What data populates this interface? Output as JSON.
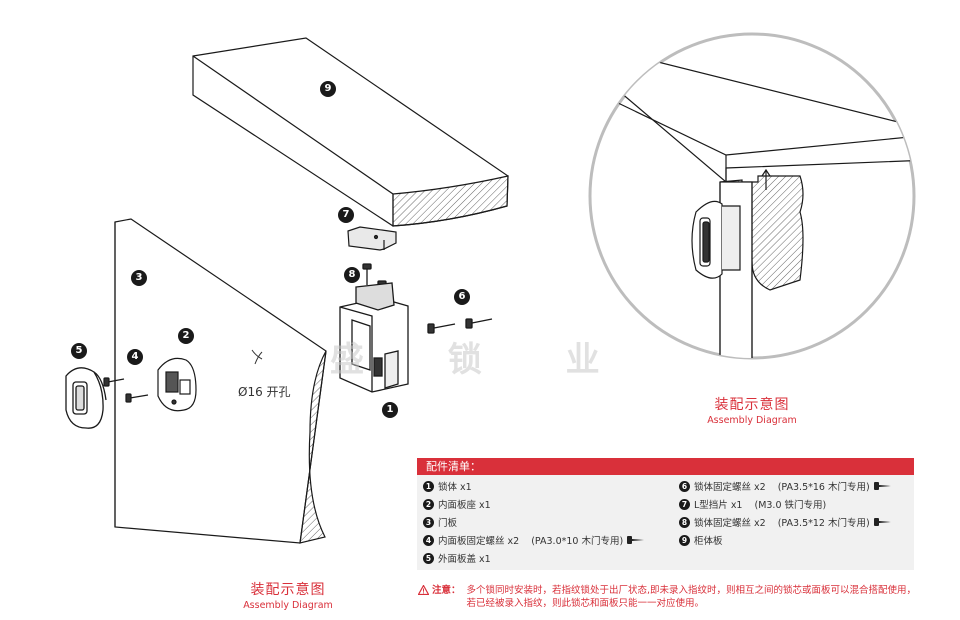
{
  "callouts": {
    "n1": "1",
    "n2": "2",
    "n3": "3",
    "n4": "4",
    "n5": "5",
    "n6": "6",
    "n7": "7",
    "n8": "8",
    "n9": "9"
  },
  "hole_label": "Ø16 开孔",
  "watermark": "盛 锁 业",
  "captions": {
    "left": {
      "cn": "装配示意图",
      "en": "Assembly Diagram"
    },
    "right": {
      "cn": "装配示意图",
      "en": "Assembly Diagram"
    }
  },
  "parts_list": {
    "title": "配件清单：",
    "left_column": [
      {
        "num": "1",
        "name": "锁体 x1",
        "note": ""
      },
      {
        "num": "2",
        "name": "内面板座 x1",
        "note": ""
      },
      {
        "num": "3",
        "name": "门板",
        "note": ""
      },
      {
        "num": "4",
        "name": "内面板固定螺丝 x2",
        "note": "(PA3.0*10 木门专用)"
      },
      {
        "num": "5",
        "name": "外面板盖 x1",
        "note": ""
      }
    ],
    "right_column": [
      {
        "num": "6",
        "name": "锁体固定螺丝 x2",
        "note": "(PA3.5*16 木门专用)"
      },
      {
        "num": "7",
        "name": "L型挡片 x1",
        "note": "(M3.0 铁门专用)"
      },
      {
        "num": "8",
        "name": "锁体固定螺丝 x2",
        "note": "(PA3.5*12 木门专用)"
      },
      {
        "num": "9",
        "name": "柜体板",
        "note": ""
      }
    ]
  },
  "notice": {
    "label": "注意：",
    "text": "多个锁同时安装时，若指纹锁处于出厂状态,即未录入指纹时，则相互之间的锁芯或面板可以混合搭配使用，若已经被录入指纹，则此锁芯和面板只能一一对应使用。"
  },
  "colors": {
    "accent": "#d9303a",
    "panel_bg": "#f1f1f1",
    "line": "#1a1a1a"
  }
}
